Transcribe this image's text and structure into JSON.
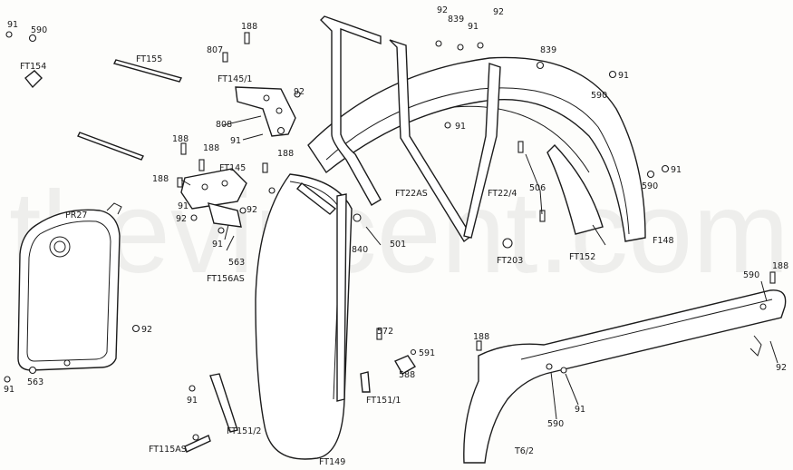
{
  "watermark": "thevincent.com",
  "labels": {
    "l_91_a": "91",
    "l_590_a": "590",
    "l_FT154": "FT154",
    "l_FT155": "FT155",
    "l_188_a": "188",
    "l_807": "807",
    "l_FT145_1": "FT145/1",
    "l_92_a": "92",
    "l_808": "808",
    "l_91_b": "91",
    "l_188_b": "188",
    "l_188_c": "188",
    "l_188_d": "188",
    "l_FT145": "FT145",
    "l_188_e": "188",
    "l_91_c": "91",
    "l_92_b": "92",
    "l_92_c": "92",
    "l_91_d": "91",
    "l_563_a": "563",
    "l_FT156AS": "FT156AS",
    "l_PR27": "PR27",
    "l_92_d": "92",
    "l_91_e": "91",
    "l_563_b": "563",
    "l_91_f": "91",
    "l_FT151_2": "FT151/2",
    "l_FT115AS": "FT115AS",
    "l_FT149": "FT149",
    "l_FT151_1": "FT151/1",
    "l_572": "572",
    "l_591": "591",
    "l_588": "588",
    "l_840": "840",
    "l_501": "501",
    "l_92_e": "92",
    "l_839_a": "839",
    "l_91_g": "91",
    "l_92_f": "92",
    "l_839_b": "839",
    "l_590_b": "590",
    "l_91_h": "91",
    "l_91_i": "91",
    "l_FT22AS": "FT22AS",
    "l_FT22_4": "FT22/4",
    "l_506": "506",
    "l_FT203": "FT203",
    "l_591b": "91",
    "l_590_c": "590",
    "l_FT152": "FT152",
    "l_F148": "F148",
    "l_188_f": "188",
    "l_590_d": "590",
    "l_92_g": "92",
    "l_188_g": "188",
    "l_590_e": "590",
    "l_91_j": "91",
    "l_T6_2": "T6/2"
  }
}
